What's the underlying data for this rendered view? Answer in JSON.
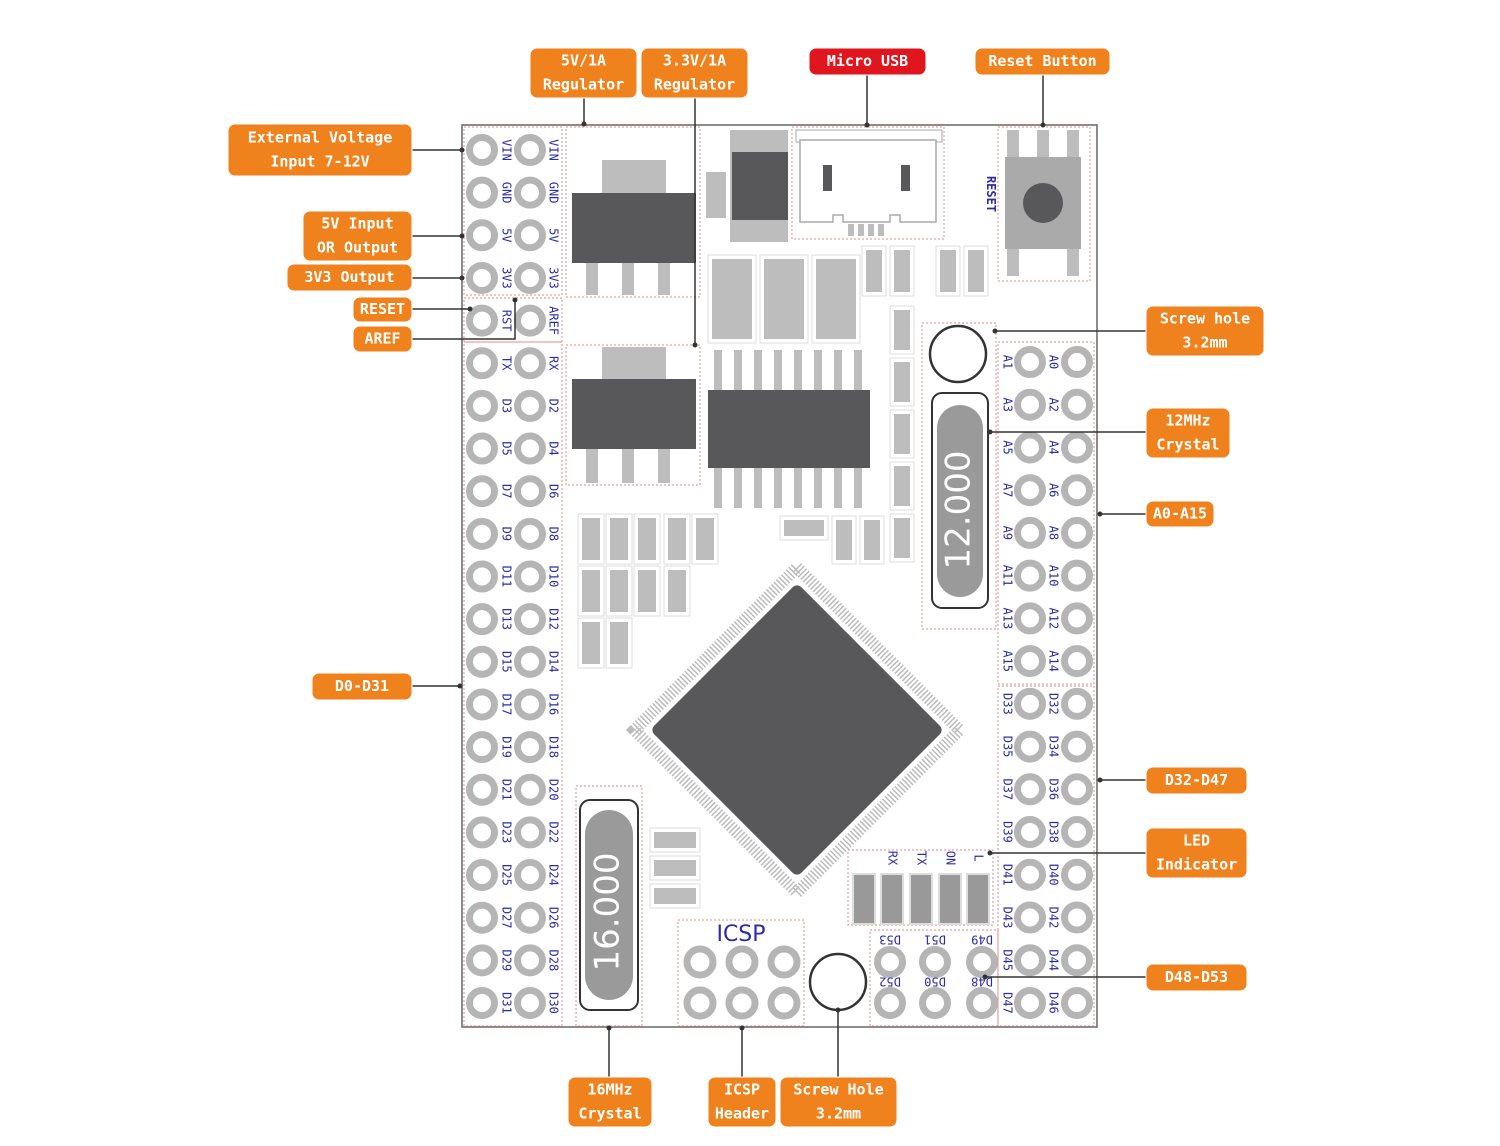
{
  "colors": {
    "callout": "#f0821e",
    "callout_usb": "#e0161e",
    "pin_label": "#2b2ba8",
    "pad": "#b5b5b5",
    "component_dark": "#58585a",
    "component_light": "#bdbdbd",
    "outline_dashed": "#e88a8a"
  },
  "callouts": [
    {
      "id": "reg5v",
      "lines": [
        "5V/1A",
        "Regulator"
      ]
    },
    {
      "id": "reg33",
      "lines": [
        "3.3V/1A",
        "Regulator"
      ]
    },
    {
      "id": "usb",
      "lines": [
        "Micro USB"
      ]
    },
    {
      "id": "resetbtn",
      "lines": [
        "Reset Button"
      ]
    },
    {
      "id": "vin",
      "lines": [
        "External Voltage",
        "Input 7-12V"
      ]
    },
    {
      "id": "v5",
      "lines": [
        "5V Input",
        "OR Output"
      ]
    },
    {
      "id": "v33",
      "lines": [
        "3V3 Output"
      ]
    },
    {
      "id": "rst",
      "lines": [
        "RESET"
      ]
    },
    {
      "id": "aref",
      "lines": [
        "AREF"
      ]
    },
    {
      "id": "d0d31",
      "lines": [
        "D0-D31"
      ]
    },
    {
      "id": "screw1",
      "lines": [
        "Screw hole",
        "3.2mm"
      ]
    },
    {
      "id": "xtal12",
      "lines": [
        "12MHz",
        "Crystal"
      ]
    },
    {
      "id": "a0a15",
      "lines": [
        "A0-A15"
      ]
    },
    {
      "id": "d32d47",
      "lines": [
        "D32-D47"
      ]
    },
    {
      "id": "led",
      "lines": [
        "LED",
        "Indicator"
      ]
    },
    {
      "id": "d48d53",
      "lines": [
        "D48-D53"
      ]
    },
    {
      "id": "xtal16",
      "lines": [
        "16MHz",
        "Crystal"
      ]
    },
    {
      "id": "icsp",
      "lines": [
        "ICSP",
        "Header"
      ]
    },
    {
      "id": "screw2",
      "lines": [
        "Screw Hole",
        "3.2mm"
      ]
    }
  ],
  "left_header": {
    "outer": [
      "VIN",
      "GND",
      "5V",
      "3V3",
      "RST",
      "TX",
      "D3",
      "D5",
      "D7",
      "D9",
      "D11",
      "D13",
      "D15",
      "D17",
      "D19",
      "D21",
      "D23",
      "D25",
      "D27",
      "D29",
      "D31"
    ],
    "inner": [
      "VIN",
      "GND",
      "5V",
      "3V3",
      "AREF",
      "RX",
      "D2",
      "D4",
      "D6",
      "D8",
      "D10",
      "D12",
      "D14",
      "D16",
      "D18",
      "D20",
      "D22",
      "D24",
      "D26",
      "D28",
      "D30"
    ]
  },
  "right_header": {
    "inner": [
      "A1",
      "A3",
      "A5",
      "A7",
      "A9",
      "A11",
      "A13",
      "A15",
      "D33",
      "D35",
      "D37",
      "D39",
      "D41",
      "D43",
      "D45",
      "D47"
    ],
    "outer": [
      "A0",
      "A2",
      "A4",
      "A6",
      "A8",
      "A10",
      "A12",
      "A14",
      "D32",
      "D34",
      "D36",
      "D38",
      "D40",
      "D42",
      "D44",
      "D46"
    ]
  },
  "bottom_header": {
    "top_row": [
      "D53",
      "D51",
      "D49"
    ],
    "bottom_row": [
      "D52",
      "D50",
      "D48"
    ]
  },
  "board_text": {
    "reset": "RESET",
    "icsp": "ICSP",
    "crystal_12": "12.000",
    "crystal_16": "16.000",
    "leds": [
      "RX",
      "TX",
      "ON",
      "L"
    ]
  }
}
